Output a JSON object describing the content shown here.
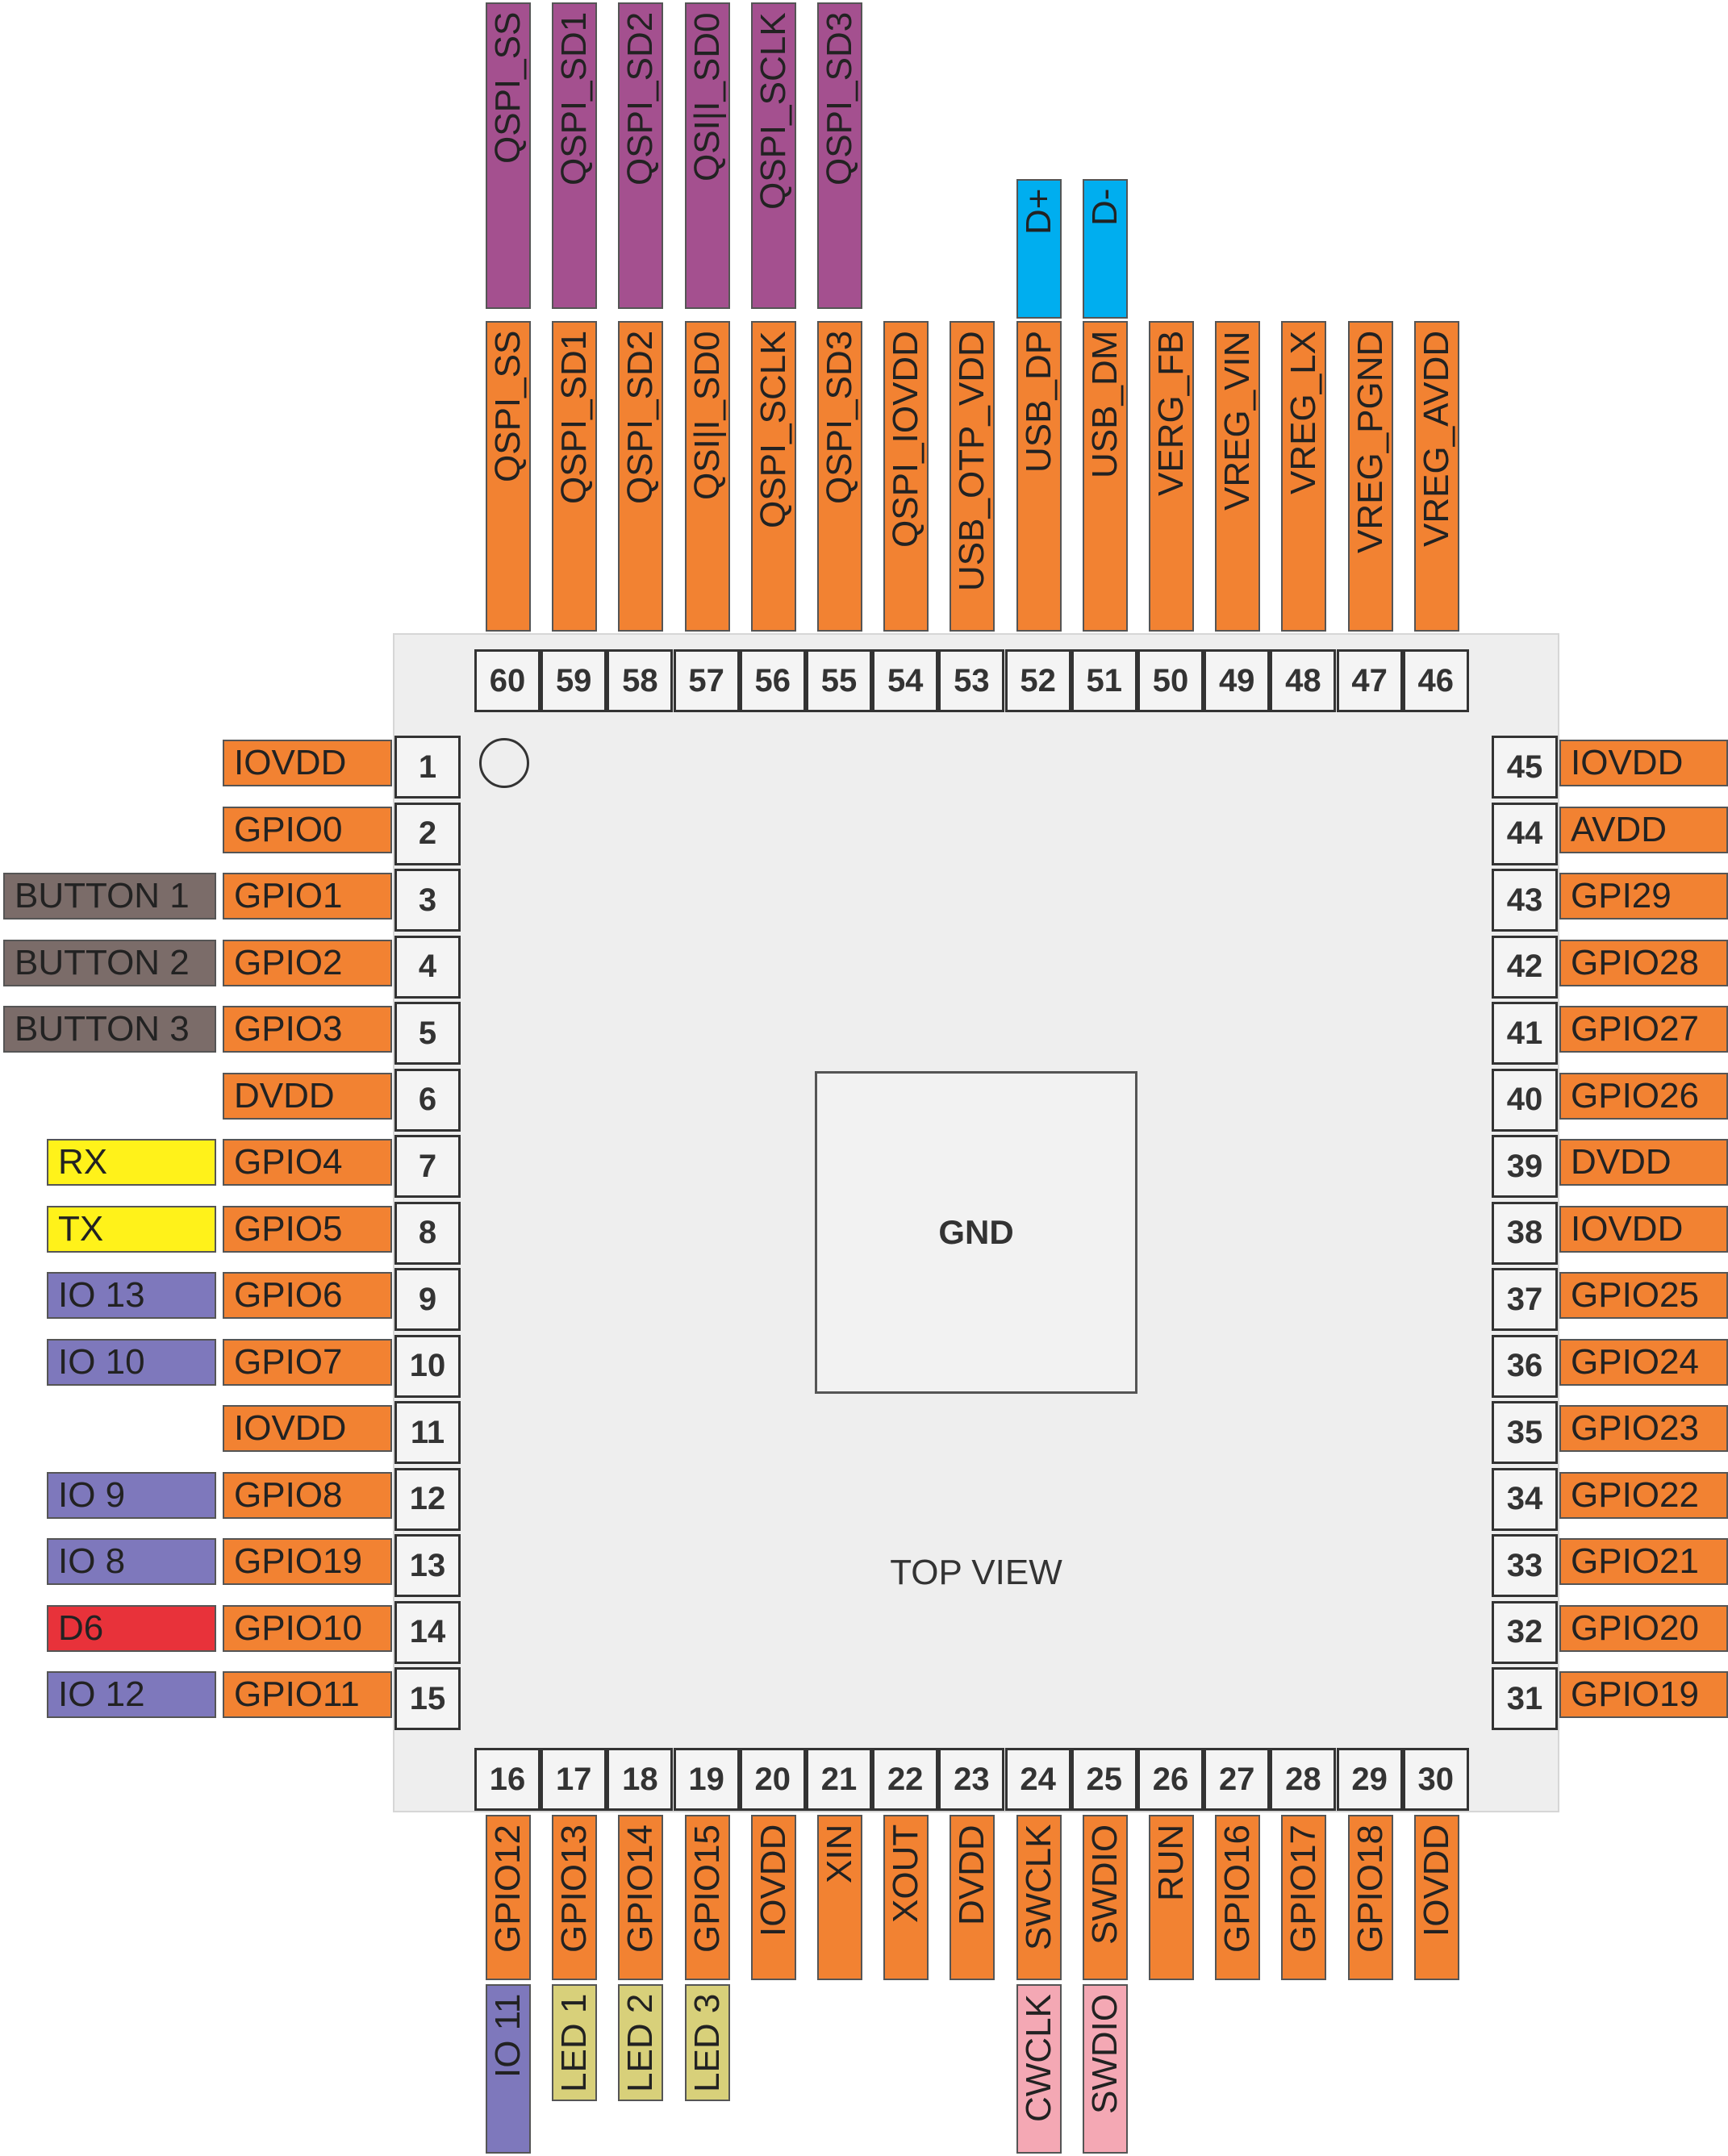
{
  "colors": {
    "pin": "#f28232",
    "qspi": "#a4508f",
    "usb": "#00aeef",
    "button": "#7b6c69",
    "uart": "#fff21a",
    "io": "#7e78bc",
    "d6": "#e8323a",
    "led": "#d8d07a",
    "swd": "#f4a8b4"
  },
  "chip": {
    "center_label": "GND",
    "view_label": "TOP VIEW"
  },
  "left_pins": [
    {
      "num": "1",
      "name": "IOVDD"
    },
    {
      "num": "2",
      "name": "GPIO0"
    },
    {
      "num": "3",
      "name": "GPIO1",
      "ext": "BUTTON 1",
      "ext_color": "button"
    },
    {
      "num": "4",
      "name": "GPIO2",
      "ext": "BUTTON 2",
      "ext_color": "button"
    },
    {
      "num": "5",
      "name": "GPIO3",
      "ext": "BUTTON 3",
      "ext_color": "button"
    },
    {
      "num": "6",
      "name": "DVDD"
    },
    {
      "num": "7",
      "name": "GPIO4",
      "ext": "RX",
      "ext_color": "uart"
    },
    {
      "num": "8",
      "name": "GPIO5",
      "ext": "TX",
      "ext_color": "uart"
    },
    {
      "num": "9",
      "name": "GPIO6",
      "ext": "IO 13",
      "ext_color": "io"
    },
    {
      "num": "10",
      "name": "GPIO7",
      "ext": "IO 10",
      "ext_color": "io"
    },
    {
      "num": "11",
      "name": "IOVDD"
    },
    {
      "num": "12",
      "name": "GPIO8",
      "ext": "IO 9",
      "ext_color": "io"
    },
    {
      "num": "13",
      "name": "GPIO19",
      "ext": "IO 8",
      "ext_color": "io"
    },
    {
      "num": "14",
      "name": "GPIO10",
      "ext": "D6",
      "ext_color": "d6"
    },
    {
      "num": "15",
      "name": "GPIO11",
      "ext": "IO 12",
      "ext_color": "io"
    }
  ],
  "bottom_pins": [
    {
      "num": "16",
      "name": "GPIO12",
      "ext": "IO 11",
      "ext_color": "io"
    },
    {
      "num": "17",
      "name": "GPIO13",
      "ext": "LED 1",
      "ext_color": "led"
    },
    {
      "num": "18",
      "name": "GPIO14",
      "ext": "LED 2",
      "ext_color": "led"
    },
    {
      "num": "19",
      "name": "GPIO15",
      "ext": "LED 3",
      "ext_color": "led"
    },
    {
      "num": "20",
      "name": "IOVDD"
    },
    {
      "num": "21",
      "name": "XIN"
    },
    {
      "num": "22",
      "name": "XOUT"
    },
    {
      "num": "23",
      "name": "DVDD"
    },
    {
      "num": "24",
      "name": "SWCLK",
      "ext": "CWCLK",
      "ext_color": "swd"
    },
    {
      "num": "25",
      "name": "SWDIO",
      "ext": "SWDIO",
      "ext_color": "swd"
    },
    {
      "num": "26",
      "name": "RUN"
    },
    {
      "num": "27",
      "name": "GPIO16"
    },
    {
      "num": "28",
      "name": "GPIO17"
    },
    {
      "num": "29",
      "name": "GPIO18"
    },
    {
      "num": "30",
      "name": "IOVDD"
    }
  ],
  "right_pins": [
    {
      "num": "31",
      "name": "GPIO19"
    },
    {
      "num": "32",
      "name": "GPIO20"
    },
    {
      "num": "33",
      "name": "GPIO21"
    },
    {
      "num": "34",
      "name": "GPIO22"
    },
    {
      "num": "35",
      "name": "GPIO23"
    },
    {
      "num": "36",
      "name": "GPIO24"
    },
    {
      "num": "37",
      "name": "GPIO25"
    },
    {
      "num": "38",
      "name": "IOVDD"
    },
    {
      "num": "39",
      "name": "DVDD"
    },
    {
      "num": "40",
      "name": "GPIO26"
    },
    {
      "num": "41",
      "name": "GPIO27"
    },
    {
      "num": "42",
      "name": "GPIO28"
    },
    {
      "num": "43",
      "name": "GPI29"
    },
    {
      "num": "44",
      "name": "AVDD"
    },
    {
      "num": "45",
      "name": "IOVDD"
    }
  ],
  "top_pins": [
    {
      "num": "46",
      "name": "VREG_AVDD"
    },
    {
      "num": "47",
      "name": "VREG_PGND"
    },
    {
      "num": "48",
      "name": "VREG_LX"
    },
    {
      "num": "49",
      "name": "VREG_VIN"
    },
    {
      "num": "50",
      "name": "VERG_FB"
    },
    {
      "num": "51",
      "name": "USB_DM",
      "ext": "D-",
      "ext_color": "usb"
    },
    {
      "num": "52",
      "name": "USB_DP",
      "ext": "D+",
      "ext_color": "usb"
    },
    {
      "num": "53",
      "name": "USB_OTP_VDD"
    },
    {
      "num": "54",
      "name": "QSPI_IOVDD"
    },
    {
      "num": "55",
      "name": "QSPI_SD3",
      "ext": "QSPI_SD3",
      "ext_color": "qspi"
    },
    {
      "num": "56",
      "name": "QSPI_SCLK",
      "ext": "QSPI_SCLK",
      "ext_color": "qspi"
    },
    {
      "num": "57",
      "name": "QSI|I_SD0",
      "ext": "QSI|I_SD0",
      "ext_color": "qspi"
    },
    {
      "num": "58",
      "name": "QSPI_SD2",
      "ext": "QSPI_SD2",
      "ext_color": "qspi"
    },
    {
      "num": "59",
      "name": "QSPI_SD1",
      "ext": "QSPI_SD1",
      "ext_color": "qspi"
    },
    {
      "num": "60",
      "name": "QSPI_SS",
      "ext": "QSPI_SS",
      "ext_color": "qspi"
    }
  ]
}
